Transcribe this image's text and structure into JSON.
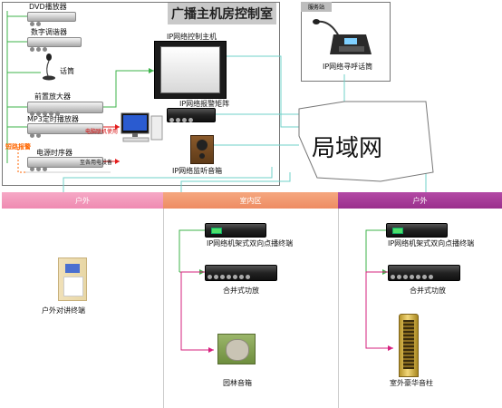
{
  "control_room": {
    "title": "广播主机房控制室",
    "devices": {
      "dvd": "DVD播放器",
      "tuner": "数字调谐器",
      "mic": "话筒",
      "preamp": "前置放大器",
      "mp3": "MP3定时播放器",
      "mp3_note": "电脑联机使用",
      "power_seq": "电源时序器",
      "power_seq_note": "至各用电设备",
      "fire_signal": "短路报警",
      "host": "IP网络控制主机",
      "alarm_matrix": "IP网络报警矩阵",
      "monitor_speaker": "IP网络监听音箱"
    }
  },
  "service_station": {
    "title": "服务站",
    "device": "IP网络寻呼话筒"
  },
  "lan": "局域网",
  "zones": {
    "outdoor_left": "户外",
    "indoor": "室内区",
    "outdoor_right": "户外"
  },
  "indoor_devices": {
    "terminal": "IP网络机架式双向点播终端",
    "amp": "合并式功放",
    "speaker": "园林音箱"
  },
  "outdoor_left_devices": {
    "intercom": "户外对讲终端"
  },
  "outdoor_right_devices": {
    "terminal": "IP网络机架式双向点播终端",
    "amp": "合并式功放",
    "speaker": "室外豪华音柱"
  },
  "colors": {
    "green_line": "#3cb34a",
    "magenta_line": "#d6207e",
    "red_line": "#e31b1b",
    "cyan_line": "#6fd1c9"
  }
}
